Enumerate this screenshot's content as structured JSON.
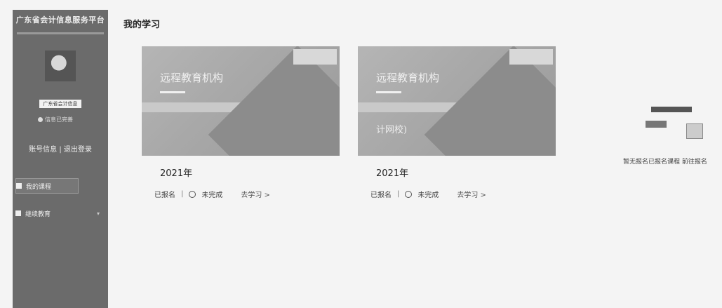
{
  "sidebar": {
    "brand": "广东省会计信息服务平台",
    "avatar_badge": "广东省会计信息",
    "verified_text": "信息已完善",
    "account_info": "账号信息",
    "divider": "|",
    "logout": "退出登录",
    "nav": [
      {
        "label": "我的课程"
      },
      {
        "label": "继续教育"
      }
    ]
  },
  "main": {
    "title": "我的学习",
    "cards": [
      {
        "tag": "",
        "thumb_title": "远程教育机构",
        "thumb_sub": "",
        "year": "2021年",
        "status_enrolled": "已报名",
        "status_complete": "未完成",
        "action": "去学习 >"
      },
      {
        "tag": "",
        "thumb_title": "远程教育机构",
        "thumb_sub": "计网校)",
        "year": "2021年",
        "status_enrolled": "已报名",
        "status_complete": "未完成",
        "action": "去学习 >"
      }
    ],
    "empty_hint": "暂无报名已报名课程 前往报名"
  }
}
